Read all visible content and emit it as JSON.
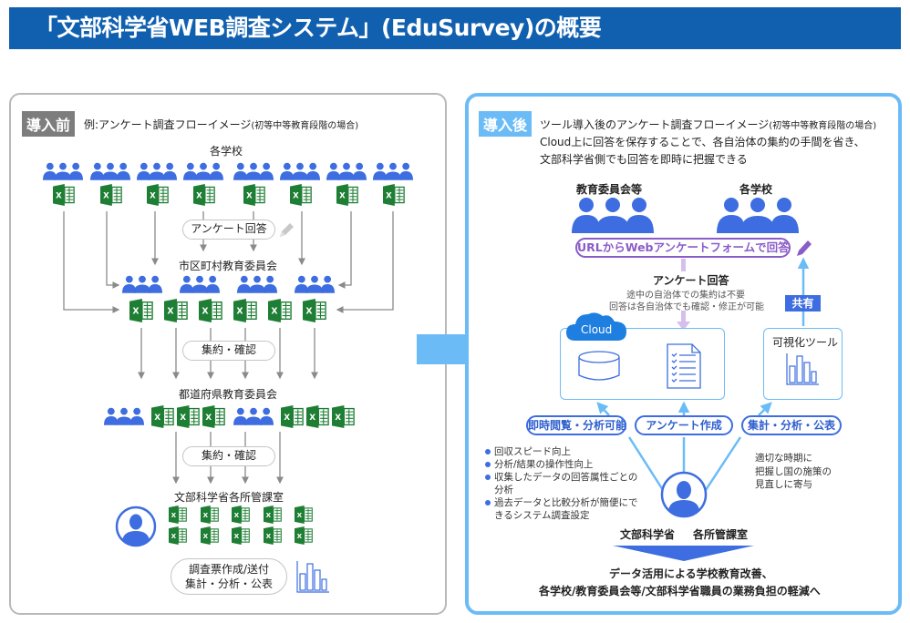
{
  "title": "「文部科学省WEB調査システム」(EduSurvey)の概要",
  "before": {
    "tag": "導入前",
    "caption_main": "例:アンケート調査フローイメージ",
    "caption_sub": "(初等中等教育段階の場合)",
    "schools_label": "各学校",
    "answer_pill": "アンケート回答",
    "municipal_label": "市区町村教育委員会",
    "aggregate_pill_1": "集約・確認",
    "prefecture_label": "都道府県教育委員会",
    "aggregate_pill_2": "集約・確認",
    "ministry_label": "文部科学省各所管課室",
    "final_pill_line1": "調査票作成/送付",
    "final_pill_line2": "集計・分析・公表",
    "school_group_count": 8,
    "municipal_group_count": 4,
    "municipal_file_count": 6,
    "ministry_file_count": 10
  },
  "after": {
    "tag": "導入後",
    "caption_line1_main": "ツール導入後のアンケート調査フローイメージ",
    "caption_line1_sub": "(初等中等教育段階の場合)",
    "caption_line2": "Cloud上に回答を保存することで、各自治体の集約の手間を省き、",
    "caption_line3": "文部科学省側でも回答を即時に把握できる",
    "boe_label": "教育委員会等",
    "schools_label": "各学校",
    "url_pill": "URLからWebアンケートフォームで回答",
    "answer_title": "アンケート回答",
    "answer_note1": "途中の自治体での集約は不要",
    "answer_note2": "回答は各自治体でも確認・修正が可能",
    "share_badge": "共有",
    "cloud_label": "Cloud",
    "viz_tool_label": "可視化ツール",
    "pill_view": "即時閲覧・分析可能",
    "pill_create": "アンケート作成",
    "pill_analyze": "集計・分析・公表",
    "benefits": [
      "回収スピード向上",
      "分析/結果の操作性向上",
      "収集したデータの回答属性ごとの分析",
      "過去データと比較分析が簡便にできるシステム調査設定"
    ],
    "side_note_lines": [
      "適切な時期に",
      "把握し国の施策の",
      "見直しに寄与"
    ],
    "ministry_label_1": "文部科学省",
    "ministry_label_2": "各所管課室",
    "conclusion_line1": "データ活用による学校教育改善、",
    "conclusion_line2": "各学校/教育委員会等/文部科学省職員の業務負担の軽減へ"
  },
  "colors": {
    "title_bg": "#1160b0",
    "people_blue": "#3d6de0",
    "excel_green": "#1e7e34",
    "accent_light_blue": "#6bbcf6",
    "purple": "#8a5cc8",
    "tag_gray": "#7d7d7d"
  }
}
